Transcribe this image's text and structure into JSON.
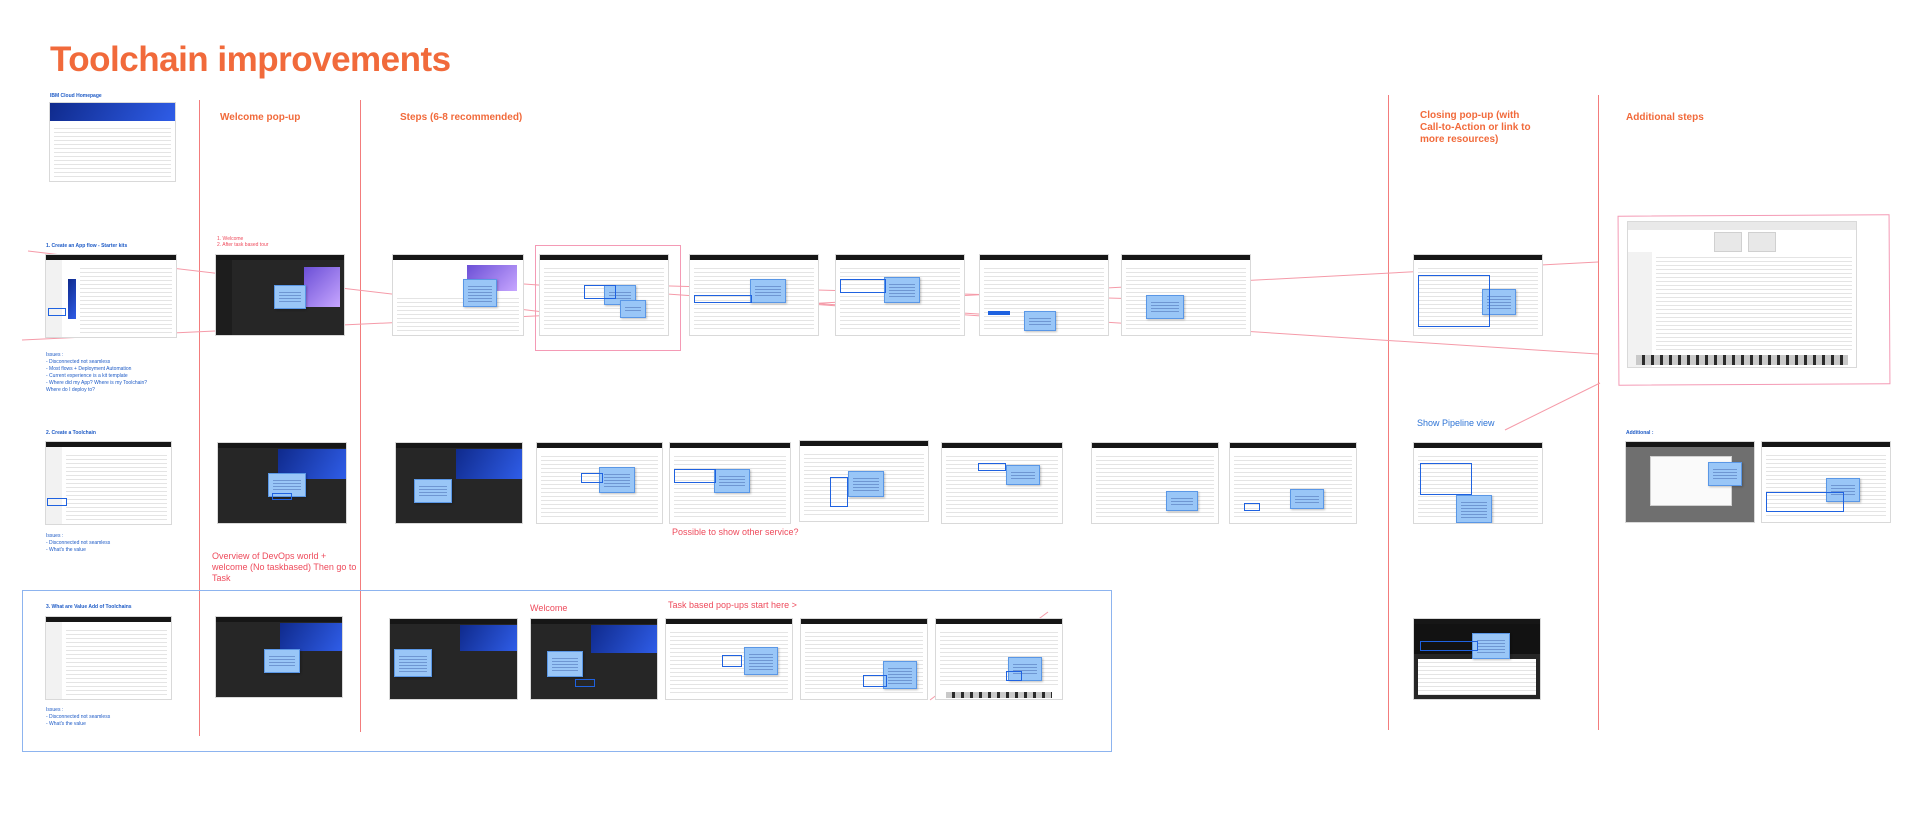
{
  "title": "Toolchain improvements",
  "columns": {
    "welcome": "Welcome pop-up",
    "steps": "Steps (6-8 recommended)",
    "closing": "Closing pop-up (with Call-to-Action or link to more resources)",
    "additional": "Additional steps"
  },
  "rows": {
    "homepage": {
      "label": "IBM Cloud Homepage"
    },
    "row1": {
      "label": "1. Create an App flow - Starter kits",
      "issues": [
        "Issues :",
        "- Disconnected not seamless",
        "- Most flows + Deployment Automation",
        "- Current experience is a kit template",
        "- Where did my App? Where is my Toolchain?",
        "  Where do I deploy to?"
      ],
      "welcome_notes": [
        "1. Welcome",
        "2. After task based tour"
      ]
    },
    "row2": {
      "label": "2. Create a Toolchain",
      "issues": [
        "Issues :",
        "- Disconnected not seamless",
        "- What's the value"
      ],
      "welcome_note": "Overview of DevOps world + welcome (No taskbased) Then go to Task",
      "steps_note": "Possible to show other service?",
      "closing_note": "Show Pipeline view",
      "additional_label": "Additional :"
    },
    "row3": {
      "label": "3. What are Value Add of Toolchains",
      "issues": [
        "Issues :",
        "- Disconnected not seamless",
        "- What's the value"
      ],
      "welcome_note": "Welcome",
      "task_note": "Task based pop-ups start here >"
    }
  },
  "colors": {
    "accent_orange": "#f16a3b",
    "note_red": "#ee4b5c",
    "note_blue": "#2e74d6",
    "callout_blue": "#99c6f7"
  }
}
